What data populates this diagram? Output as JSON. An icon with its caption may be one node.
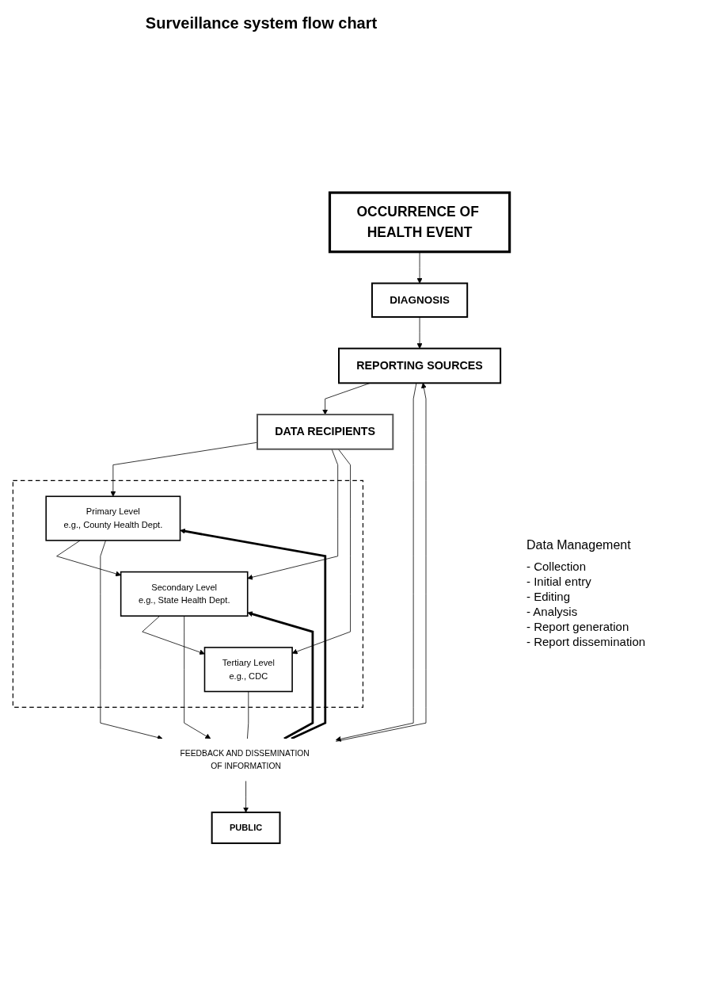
{
  "diagram": {
    "title": "Surveillance system flow chart",
    "nodes": [
      {
        "text": [
          "OCCURRENCE OF HEALTH EVENT"
        ]
      },
      {
        "text": [
          "DIAGNOSIS"
        ]
      },
      {
        "text": [
          "PUBLIC"
        ]
      },
      {
        "text": [
          "REPORTING SOURCES"
        ]
      },
      {
        "text": [
          "DATA RECIPIENTS"
        ]
      },
      {
        "text": [],
        "shape": "box"
      },
      {
        "text": [
          "Primary Level",
          "e.g., County Health Dept."
        ],
        "in": 5
      },
      {
        "text": [
          "Secondary Level",
          "e.g., State Health Dept."
        ],
        "in": 5
      },
      {
        "text": [
          "Tertiary Level",
          "e.g., CDC"
        ],
        "in": 5
      },
      {
        "text": [
          "FEEDBACK AND DISSEMINATION OF INFORMATION"
        ]
      }
    ],
    "edges": [
      {
        "from": 0,
        "to": 1,
        "arrow": "to"
      },
      {
        "from": 1,
        "to": 3,
        "arrow": "to"
      },
      {
        "from": 3,
        "to": 4,
        "arrow": "to"
      },
      {
        "from": 4,
        "to": 6,
        "arrow": "to"
      },
      {
        "from": 6,
        "to": 7,
        "arrow": "to"
      },
      {
        "from": 7,
        "to": 8,
        "arrow": "to"
      },
      {
        "from": 3,
        "to": 9,
        "arrow": "to"
      },
      {
        "from": 9,
        "to": 3,
        "arrow": "to"
      },
      {
        "from": 6,
        "to": 9,
        "arrow": "to"
      },
      {
        "from": 9,
        "to": 6,
        "arrow": "to",
        "style": "thick"
      },
      {
        "from": 7,
        "to": 9,
        "arrow": "to"
      },
      {
        "from": 9,
        "to": 7,
        "arrow": "to",
        "style": "thick"
      },
      {
        "from": 8,
        "to": 9,
        "arrow": "none"
      },
      {
        "from": 9,
        "to": 2,
        "arrow": "to"
      },
      {
        "from": 4,
        "to": 7,
        "arrow": "to"
      },
      {
        "from": 4,
        "to": 8,
        "arrow": "to"
      }
    ],
    "labels": [
      "Data Management",
      "- Collection",
      "- Initial entry",
      "- Editing",
      "- Analysis",
      "- Report generation",
      "- Report dissemination"
    ]
  }
}
